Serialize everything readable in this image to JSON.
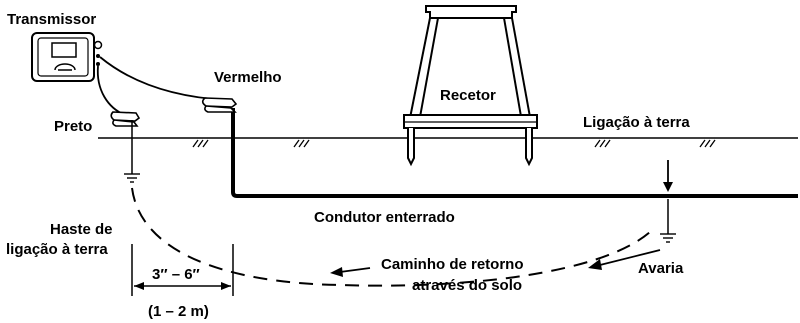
{
  "labels": {
    "transmitter": "Transmissor",
    "red": "Vermelho",
    "black": "Preto",
    "receiver": "Recetor",
    "ground_connection": "Ligação à terra",
    "ground_rod_line1": "Haste de",
    "ground_rod_line2": "ligação à terra",
    "buried_conductor": "Condutor enterrado",
    "return_path_line1": "Caminho de retorno",
    "return_path_line2": "através do solo",
    "fault": "Avaria",
    "distance_in": "3″ – 6″",
    "distance_m": "(1 – 2 m)"
  },
  "colors": {
    "stroke": "#000000",
    "background": "#ffffff"
  }
}
